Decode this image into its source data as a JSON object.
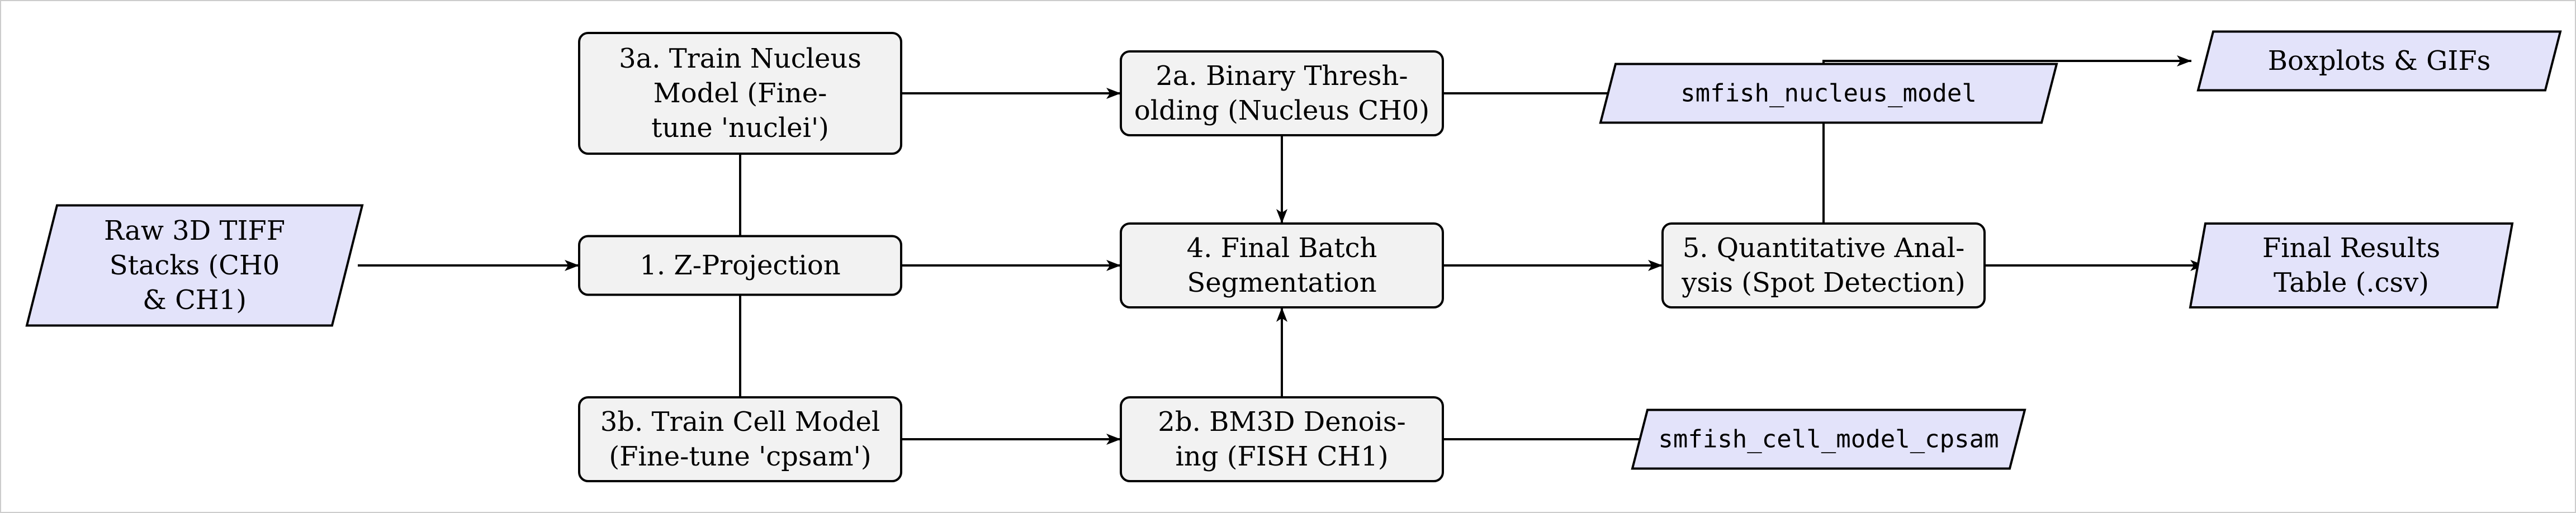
{
  "diagram": {
    "nodes": [
      {
        "id": "raw",
        "kind": "data",
        "lines": [
          "Raw 3D TIFF",
          "Stacks (CH0",
          "& CH1)"
        ]
      },
      {
        "id": "zproj",
        "kind": "process",
        "lines": [
          "1. Z-Projection"
        ]
      },
      {
        "id": "train_nuc",
        "kind": "process",
        "lines": [
          "3a. Train Nucleus",
          "Model (Fine-",
          "tune 'nuclei')"
        ]
      },
      {
        "id": "train_cell",
        "kind": "process",
        "lines": [
          "3b. Train Cell Model",
          "(Fine-tune 'cpsam')"
        ]
      },
      {
        "id": "thresh",
        "kind": "process",
        "lines": [
          "2a. Binary Thresh-",
          "olding (Nucleus CH0)"
        ]
      },
      {
        "id": "seg",
        "kind": "process",
        "lines": [
          "4. Final Batch",
          "Segmentation"
        ]
      },
      {
        "id": "denoise",
        "kind": "process",
        "lines": [
          "2b. BM3D Denois-",
          "ing (FISH CH1)"
        ]
      },
      {
        "id": "nuc_model",
        "kind": "data",
        "mono": true,
        "lines": [
          "smfish_nucleus_model"
        ]
      },
      {
        "id": "quant",
        "kind": "process",
        "lines": [
          "5. Quantitative Anal-",
          "ysis (Spot Detection)"
        ]
      },
      {
        "id": "cell_model",
        "kind": "data",
        "mono": true,
        "lines": [
          "smfish_cell_model_cpsam"
        ]
      },
      {
        "id": "plots",
        "kind": "data",
        "lines": [
          "Boxplots & GIFs"
        ]
      },
      {
        "id": "results",
        "kind": "data",
        "lines": [
          "Final Results",
          "Table (.csv)"
        ]
      }
    ],
    "edges": [
      {
        "from": "raw",
        "to": "zproj"
      },
      {
        "from": "zproj",
        "to": "train_nuc"
      },
      {
        "from": "zproj",
        "to": "train_cell"
      },
      {
        "from": "zproj",
        "to": "seg"
      },
      {
        "from": "train_nuc",
        "to": "thresh"
      },
      {
        "from": "train_cell",
        "to": "denoise"
      },
      {
        "from": "thresh",
        "to": "nuc_model"
      },
      {
        "from": "thresh",
        "to": "seg"
      },
      {
        "from": "denoise",
        "to": "cell_model"
      },
      {
        "from": "denoise",
        "to": "seg"
      },
      {
        "from": "seg",
        "to": "quant"
      },
      {
        "from": "quant",
        "to": "results"
      },
      {
        "from": "quant",
        "to": "plots"
      }
    ],
    "colors": {
      "process_fill": "#f2f2f2",
      "data_fill": "#e3e3fa",
      "stroke": "#000000"
    }
  }
}
